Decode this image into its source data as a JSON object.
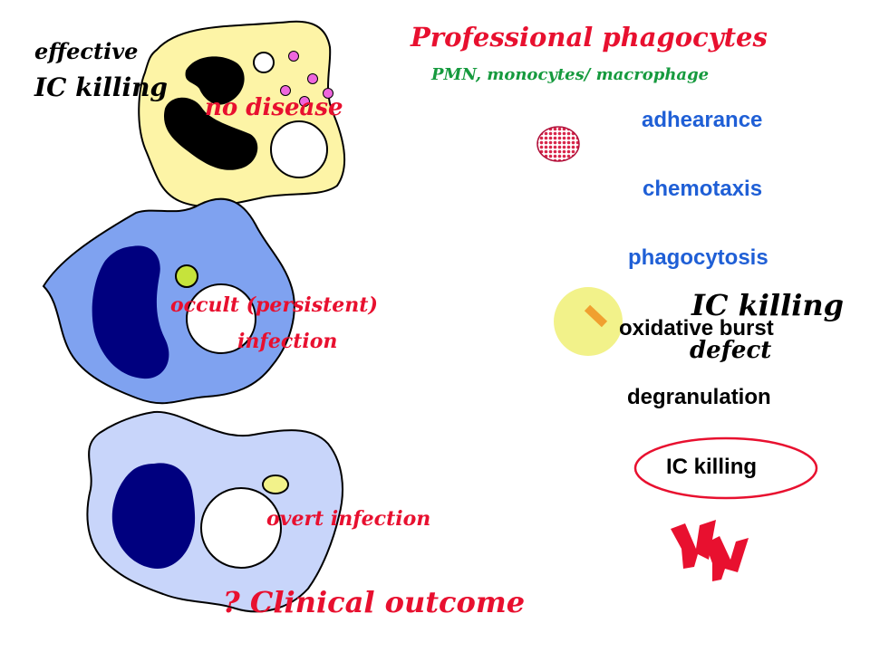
{
  "title": "Professional phagocytes",
  "subtitle": "PMN, monocytes/ macrophage",
  "functions": [
    "adhearance",
    "chemotaxis",
    "phagocytosis",
    "oxidative burst",
    "degranulation",
    "IC killing"
  ],
  "cells": [
    {
      "label_lines": [
        "effective",
        "IC killing"
      ],
      "outcome": "no disease"
    },
    {
      "label_lines": [
        "occult (persistent)",
        "infection"
      ]
    },
    {
      "label_lines": [
        "overt infection"
      ]
    }
  ],
  "defect_lines": [
    "IC killing",
    "defect"
  ],
  "clinical_outcome": "? Clinical outcome",
  "colors": {
    "title": "#e8102f",
    "subtitle": "#169a3e",
    "function_text": "#1f5fd6",
    "highlight_ring": "#e8102f",
    "cell1_cytoplasm": "#fdf4a6",
    "cell2_cytoplasm": "#7fa2f0",
    "cell3_cytoplasm": "#c8d5fa",
    "nucleus_pmn": "#000000",
    "nucleus_mono": "#00007f",
    "granule": "#ee66dd",
    "microbe_green": "#c6e33b",
    "microbe_pale": "#f2f28a",
    "bacterium": "#f0a030",
    "label_red": "#e8102f"
  },
  "icons": [
    "opsonized-particle-icon",
    "bacterium-in-phagosome-icon",
    "lightning-bolt-icon"
  ]
}
